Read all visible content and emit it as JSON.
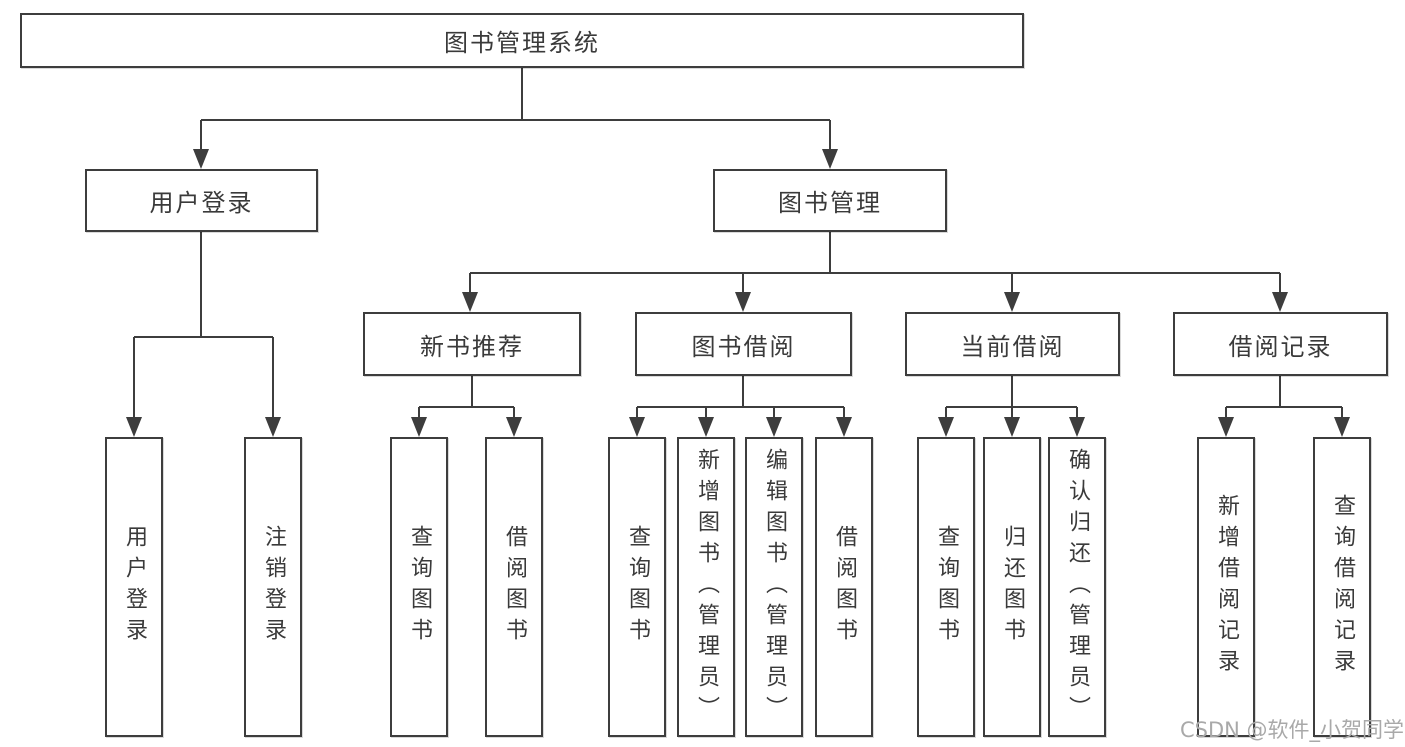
{
  "tree": {
    "root": "图书管理系统",
    "branches": [
      {
        "label": "用户登录",
        "children": [
          "用户登录",
          "注销登录"
        ]
      },
      {
        "label": "图书管理",
        "sections": [
          {
            "label": "新书推荐",
            "children": [
              "查询图书",
              "借阅图书"
            ]
          },
          {
            "label": "图书借阅",
            "children": [
              "查询图书",
              "新增图书（管理员）",
              "编辑图书（管理员）",
              "借阅图书"
            ]
          },
          {
            "label": "当前借阅",
            "children": [
              "查询图书",
              "归还图书",
              "确认归还（管理员）"
            ]
          },
          {
            "label": "借阅记录",
            "children": [
              "新增借阅记录",
              "查询借阅记录"
            ]
          }
        ]
      }
    ]
  },
  "watermark": "CSDN @软件_小贺同学",
  "colors": {
    "line": "#3d3d3d",
    "text": "#3a3a3a",
    "box_fill": "#ffffff",
    "watermark": "#a9a9a9",
    "background": "#ffffff"
  }
}
